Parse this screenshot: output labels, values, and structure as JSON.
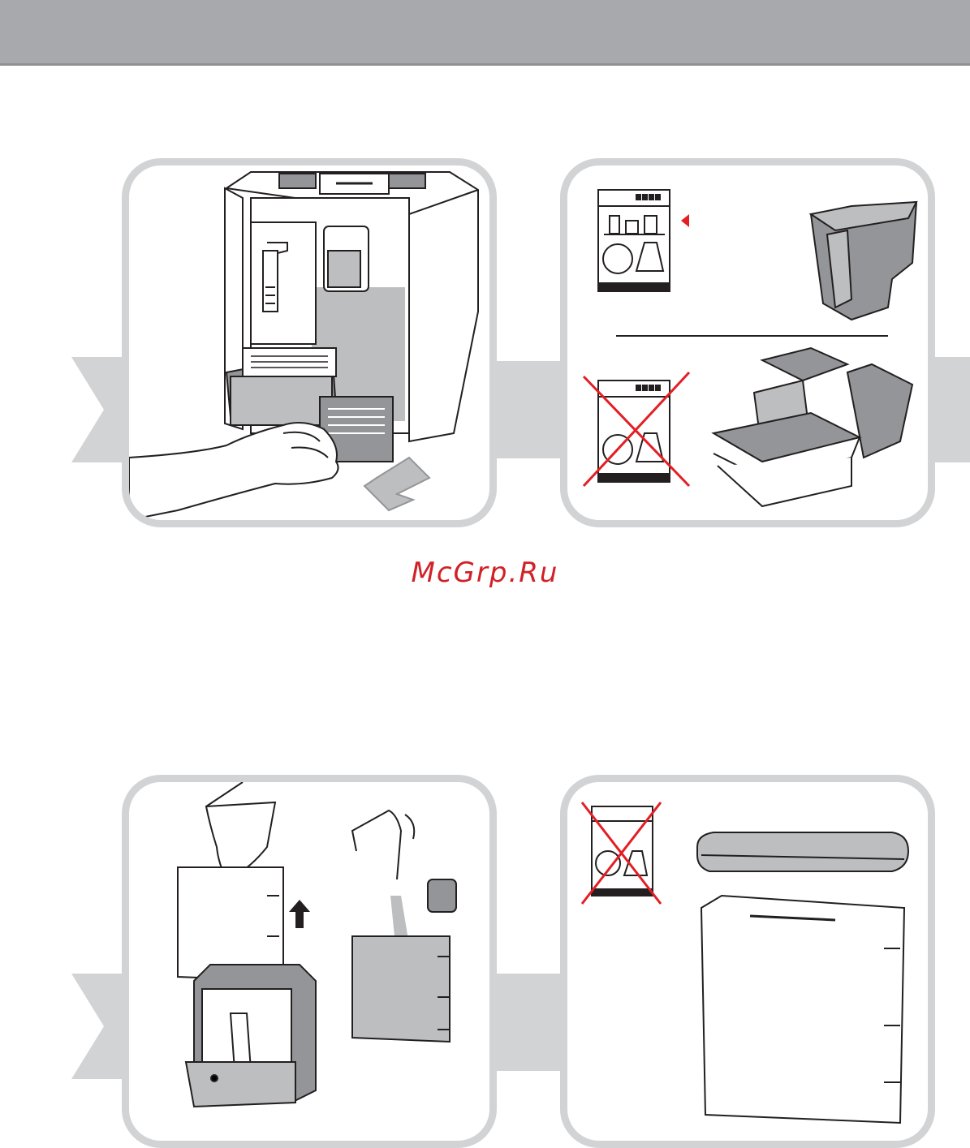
{
  "header": {
    "color": "#a7a9ac"
  },
  "watermark": {
    "text": "McGrp.Ru",
    "color": "#d22027"
  },
  "colors": {
    "panel_border": "#d1d3d4",
    "arrow": "#d1d3d4",
    "line": "#231f20",
    "fill_gray": "#bcbec0",
    "fill_dark": "#939598",
    "prohibit_red": "#e31e24"
  },
  "panels": [
    {
      "name": "remove-drip-tray-panel",
      "icons": [
        "coffee-machine-icon",
        "hand-icon",
        "pull-arrow-icon"
      ]
    },
    {
      "name": "dishwasher-safe-parts-panel",
      "icons": [
        "dishwasher-icon",
        "milk-container-icon",
        "no-dishwasher-icon",
        "drip-tray-assembly-icon"
      ]
    },
    {
      "name": "refill-water-tank-panel",
      "icons": [
        "hand-icon",
        "water-tank-icon",
        "up-arrow-icon",
        "coffee-machine-icon",
        "faucet-icon"
      ]
    },
    {
      "name": "water-tank-no-dishwasher-panel",
      "icons": [
        "no-dishwasher-icon",
        "tank-lid-icon",
        "water-tank-icon"
      ]
    }
  ]
}
